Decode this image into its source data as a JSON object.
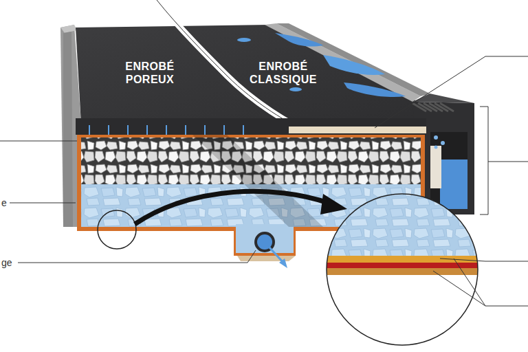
{
  "diagram": {
    "labels": [
      "ENROBÉ POREUX",
      "ENROBÉ CLASSIQUE",
      "e",
      "ge"
    ]
  }
}
